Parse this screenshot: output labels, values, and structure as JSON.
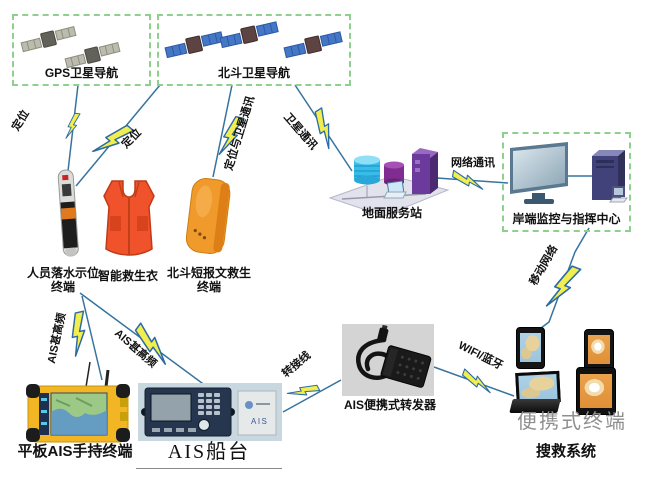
{
  "satellites": {
    "gps": {
      "label": "GPS卫星导航"
    },
    "beidou": {
      "label": "北斗卫星导航"
    }
  },
  "links": {
    "dingwei1": {
      "label": "定位"
    },
    "dingwei2": {
      "label": "定位"
    },
    "dingwei_satcom": {
      "label": "定位与卫星通讯"
    },
    "satcom": {
      "label": "卫星通讯"
    },
    "netcom": {
      "label": "网络通讯"
    },
    "mobile": {
      "label": "移动网络"
    },
    "vhf1": {
      "label": "AIS甚高频"
    },
    "vhf2": {
      "label": "AIS甚高频"
    },
    "adapter": {
      "label": "转接线"
    },
    "wifi": {
      "label": "WIFI/蓝牙"
    }
  },
  "nodes": {
    "person_terminal": {
      "label1": "人员落水示位",
      "label2": "终端"
    },
    "life_vest": {
      "label": "智能救生衣"
    },
    "beidou_terminal": {
      "label1": "北斗短报文救生",
      "label2": "终端"
    },
    "ground_station": {
      "label": "地面服务站"
    },
    "shore_center": {
      "label": "岸端监控与指挥中心"
    },
    "tablet": {
      "label": "平板AIS手持终端"
    },
    "ais_station": {
      "label": "AIS船台",
      "device_text": "AIS"
    },
    "transponder": {
      "label": "AIS便携式转发器"
    },
    "portable_terminals": {
      "label": "便携式终端"
    },
    "rescue_system": {
      "label": "搜救系统"
    }
  },
  "colors": {
    "dashed_box": "#8fd08f",
    "bolt_fill": "#f2ee4f",
    "bolt_stroke": "#2c6ba6",
    "line": "#36749f",
    "gray_label": "#8f8f8f"
  }
}
